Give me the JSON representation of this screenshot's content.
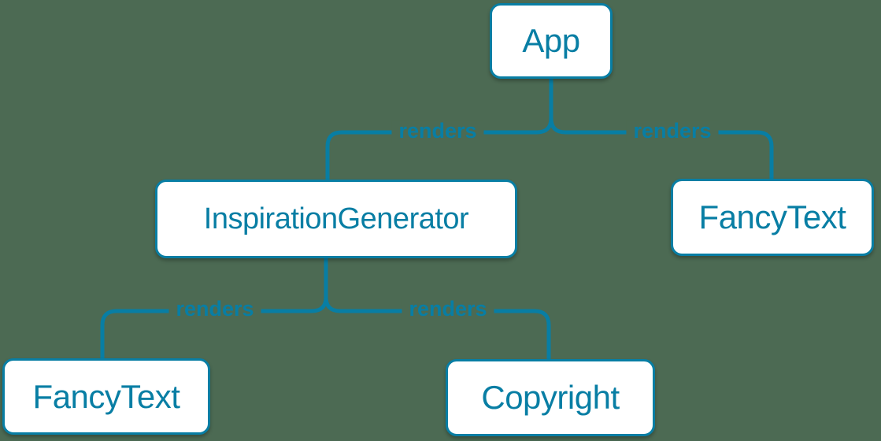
{
  "colors": {
    "accent": "#087ea4",
    "background": "#4c6a53",
    "node_bg": "#ffffff"
  },
  "nodes": [
    {
      "id": "app",
      "label": "App"
    },
    {
      "id": "inspiration-generator",
      "label": "InspirationGenerator"
    },
    {
      "id": "fancy-text-top",
      "label": "FancyText"
    },
    {
      "id": "fancy-text-bottom",
      "label": "FancyText"
    },
    {
      "id": "copyright",
      "label": "Copyright"
    }
  ],
  "edges": [
    {
      "from": "App",
      "to": "InspirationGenerator",
      "label": "renders"
    },
    {
      "from": "App",
      "to": "FancyText",
      "label": "renders"
    },
    {
      "from": "InspirationGenerator",
      "to": "FancyText",
      "label": "renders"
    },
    {
      "from": "InspirationGenerator",
      "to": "Copyright",
      "label": "renders"
    }
  ]
}
